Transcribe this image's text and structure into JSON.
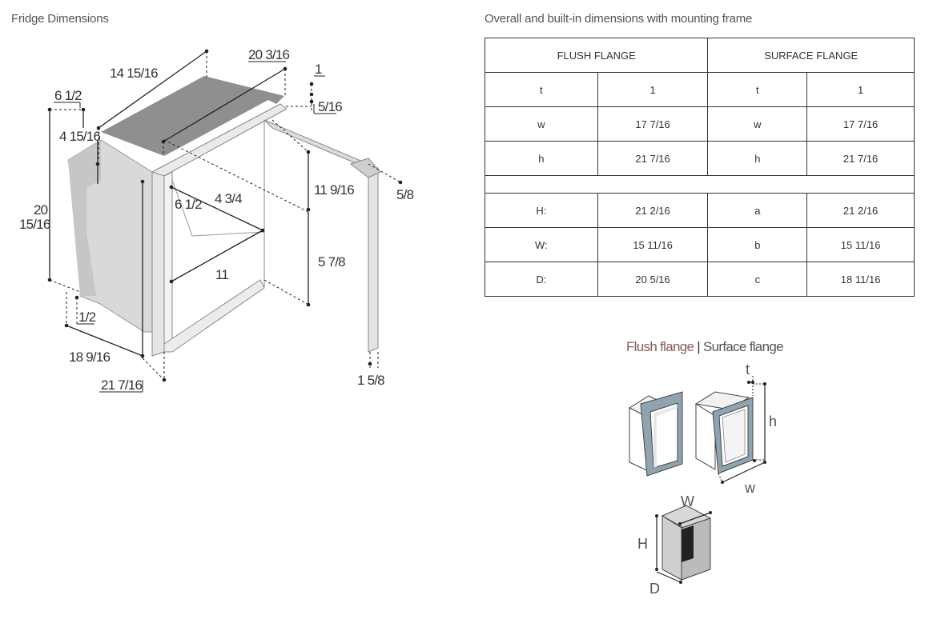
{
  "left_title": "Fridge Dimensions",
  "right_title": "Overall and built-in dimensions with mounting frame",
  "fridge_dims": {
    "d1": "14 15/16",
    "d2": "20 3/16",
    "d3": "1",
    "d4": "5/16",
    "d5": "6 1/2",
    "d6": "4 15/16",
    "d7_a": "20",
    "d7_b": "15/16",
    "d8": "11 9/16",
    "d9": "5/8",
    "d10": "6 1/2",
    "d11": "4 3/4",
    "d12": "5 7/8",
    "d13": "11",
    "d14": "1/2",
    "d15": "18 9/16",
    "d16": "21 7/16",
    "d17": "1 5/8"
  },
  "table": {
    "headers": [
      "FLUSH FLANGE",
      "SURFACE FLANGE"
    ],
    "rows_top": [
      [
        "t",
        "1",
        "t",
        "1"
      ],
      [
        "w",
        "17 7/16",
        "w",
        "17 7/16"
      ],
      [
        "h",
        "21 7/16",
        "h",
        "21 7/16"
      ]
    ],
    "rows_bottom": [
      [
        "H:",
        "21 2/16",
        "a",
        "21 2/16"
      ],
      [
        "W:",
        "15 11/16",
        "b",
        "15 11/16"
      ],
      [
        "D:",
        "20 5/16",
        "c",
        "18 11/16"
      ]
    ]
  },
  "flange": {
    "flush_label": "Flush flange",
    "separator": "|",
    "surface_label": "Surface flange",
    "t_label": "t",
    "h_label": "h",
    "w_label": "w",
    "W_label": "W",
    "H_label": "H",
    "D_label": "D"
  }
}
